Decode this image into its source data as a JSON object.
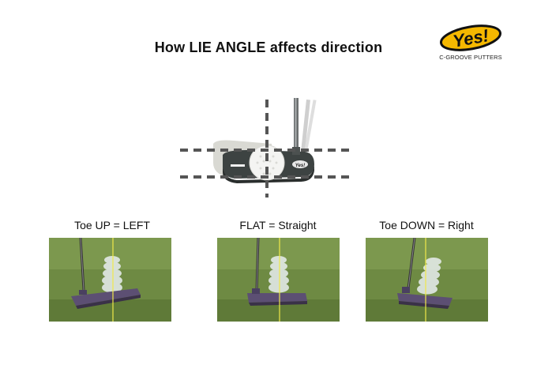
{
  "title": "How LIE ANGLE affects direction",
  "logo": {
    "wordmark": "Yes!",
    "tagline": "C-GROOVE PUTTERS",
    "colors": {
      "fill": "#f5b800",
      "outline": "#111111"
    }
  },
  "putter_badge": "Yes!",
  "panels": [
    {
      "caption": "Toe UP = LEFT",
      "tilt": "toe-up",
      "result": "left"
    },
    {
      "caption": "FLAT = Straight",
      "tilt": "flat",
      "result": "straight"
    },
    {
      "caption": "Toe DOWN = Right",
      "tilt": "toe-down",
      "result": "right"
    }
  ],
  "colors": {
    "grass": "#6e8a43",
    "guide_line": "#f0e84a",
    "putter_head": "#5c4f73",
    "dash": "#555555"
  }
}
